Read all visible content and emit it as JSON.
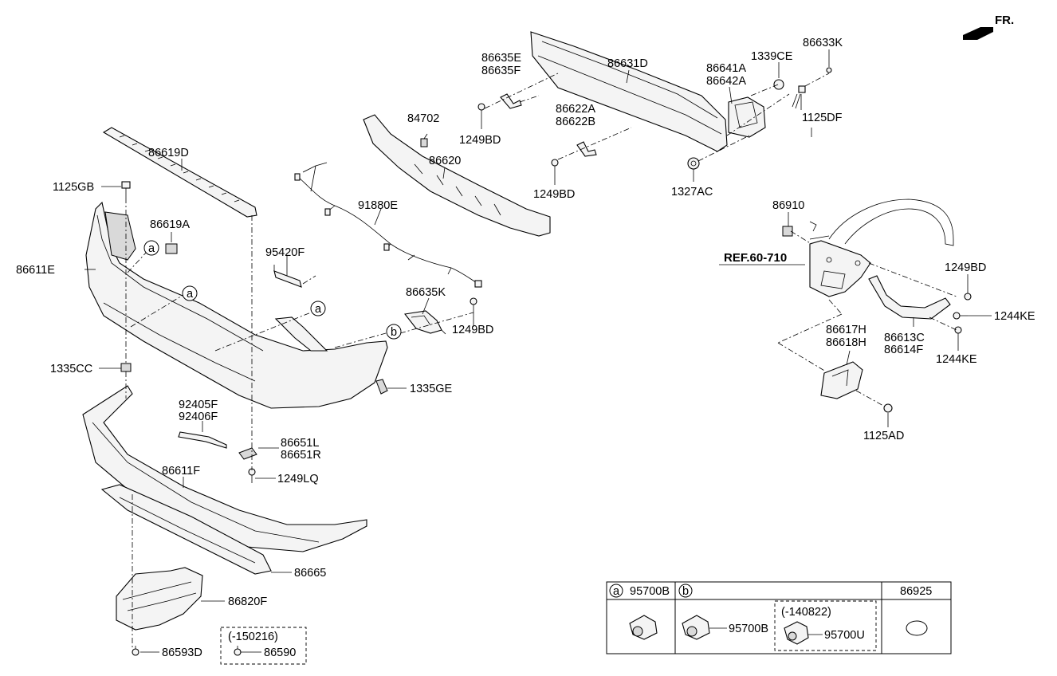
{
  "direction_label": "FR.",
  "reference_label": "REF.60-710",
  "callouts": {
    "p86635E": "86635E",
    "p86635F": "86635F",
    "p86631D": "86631D",
    "p86641A": "86641A",
    "p86642A": "86642A",
    "p1339CE": "1339CE",
    "p86633K": "86633K",
    "p84702": "84702",
    "p1249BD_a": "1249BD",
    "p86622A": "86622A",
    "p86622B": "86622B",
    "p1125DF": "1125DF",
    "p86619D": "86619D",
    "p86620": "86620",
    "p1249BD_b": "1249BD",
    "p1327AC": "1327AC",
    "p1125GB": "1125GB",
    "p91880E": "91880E",
    "p86910": "86910",
    "p86619A": "86619A",
    "p86611E": "86611E",
    "p95420F": "95420F",
    "p1249BD_c": "1249BD",
    "p86635K": "86635K",
    "p1249BD_d": "1249BD",
    "p1244KE_a": "1244KE",
    "p86613C": "86613C",
    "p86614F": "86614F",
    "p86617H": "86617H",
    "p86618H": "86618H",
    "p1244KE_b": "1244KE",
    "p1335CC": "1335CC",
    "p1335GE": "1335GE",
    "p92405F": "92405F",
    "p92406F": "92406F",
    "p86651L": "86651L",
    "p86651R": "86651R",
    "p1125AD": "1125AD",
    "p86611F": "86611F",
    "p1249LQ": "1249LQ",
    "p86665": "86665",
    "p86820F": "86820F",
    "p86593D": "86593D",
    "p86590": "86590",
    "note_150216": "(-150216)"
  },
  "circle_markers": {
    "a": "a",
    "b": "b"
  },
  "legend_table": {
    "header_a_marker": "a",
    "header_a_part": "95700B",
    "header_b_marker": "b",
    "header_c_part": "86925",
    "b_part_1": "95700B",
    "b_note": "(-140822)",
    "b_part_2": "95700U"
  }
}
